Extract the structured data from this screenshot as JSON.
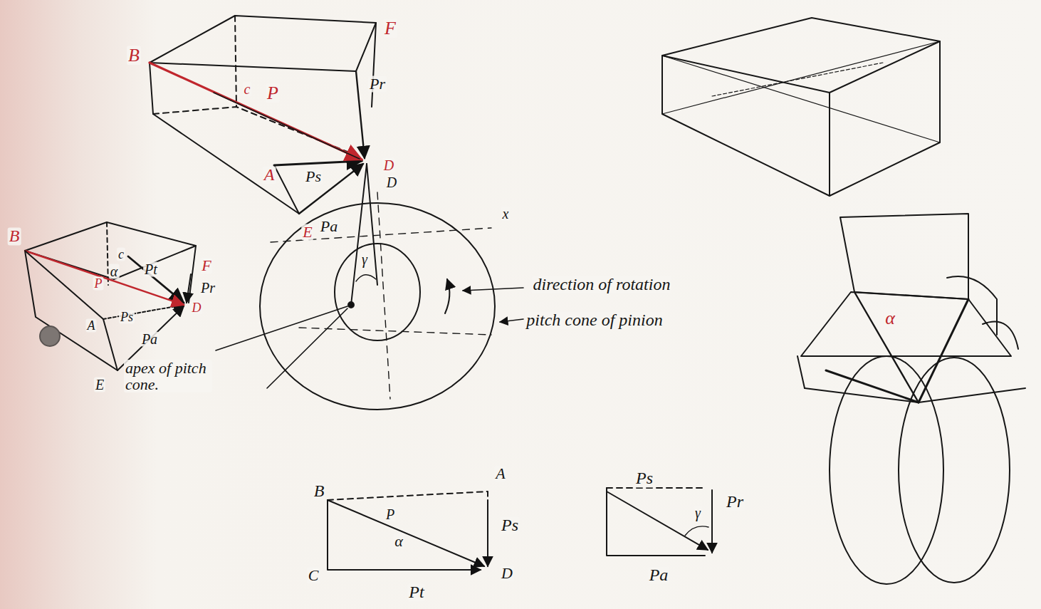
{
  "diagram": {
    "labels": [
      "B",
      "F",
      "Pr",
      "c",
      "P",
      "A",
      "Ps",
      "D",
      "D",
      "E",
      "Pa",
      "γ",
      "x",
      "B",
      "c",
      "α",
      "Pt",
      "F",
      "Pr",
      "P",
      "A",
      "Ps",
      "D",
      "Pa",
      "E",
      "apex of pitch cone.",
      "direction of rotation",
      "pitch cone of pinion",
      "B",
      "A",
      "P",
      "Ps",
      "α",
      "C",
      "D",
      "Pt",
      "Ps",
      "γ",
      "Pr",
      "Pa",
      "α"
    ]
  }
}
